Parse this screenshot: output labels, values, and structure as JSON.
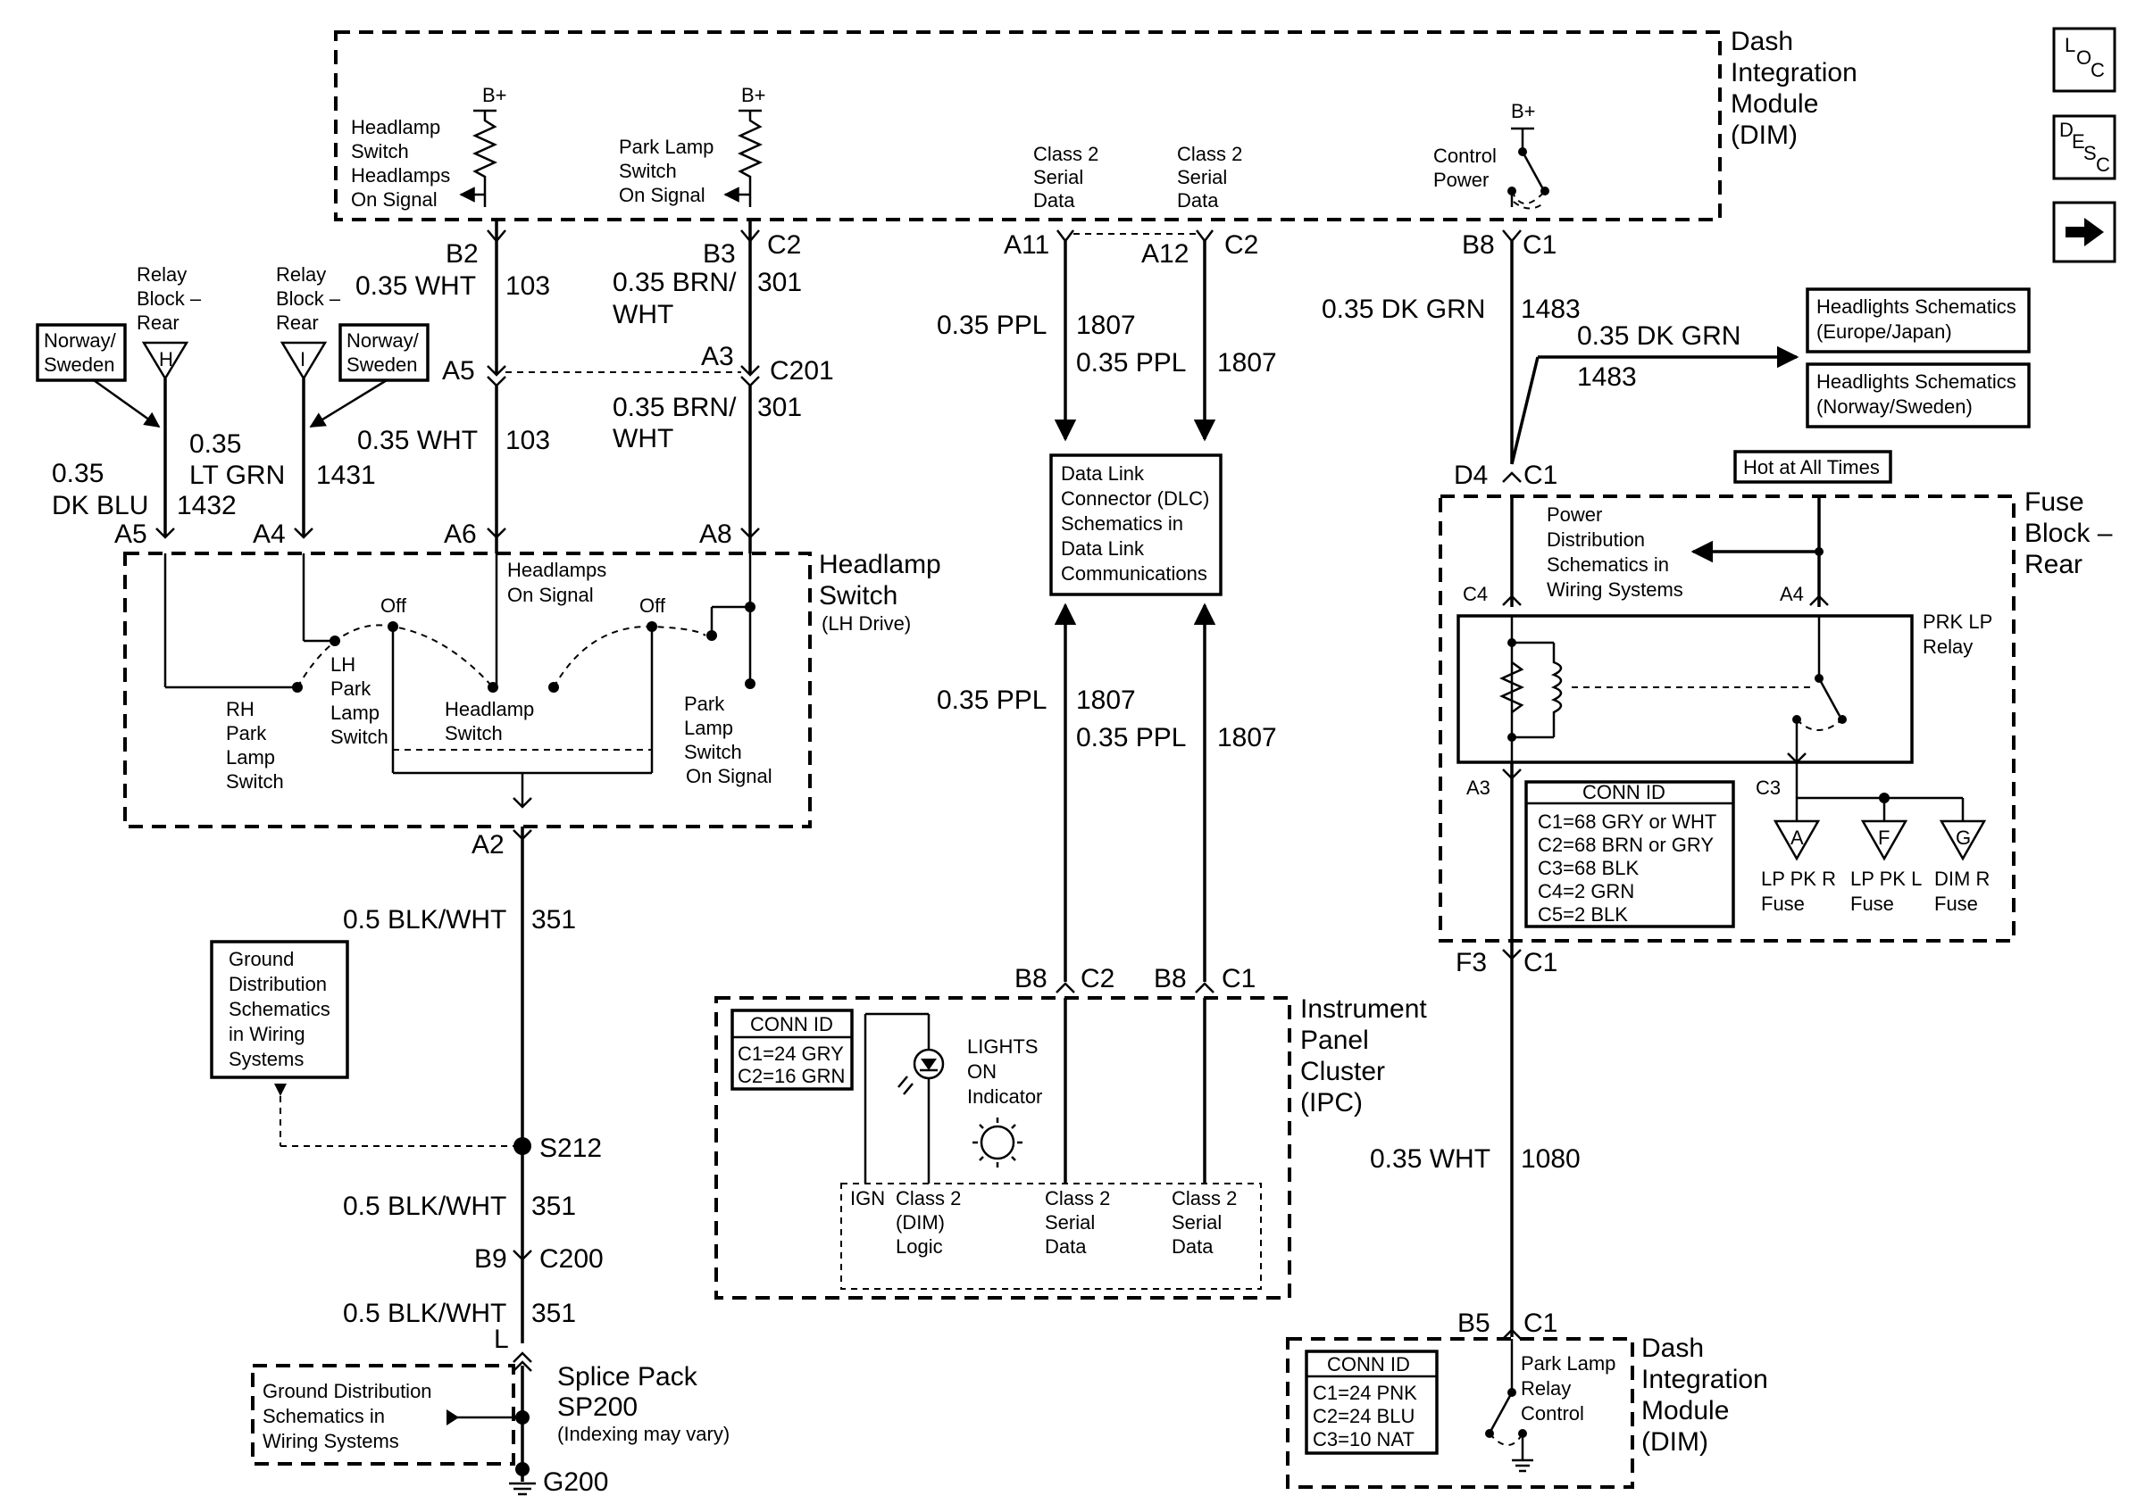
{
  "nav": {
    "loc": {
      "l": "L",
      "sub": "O",
      "sub2": "C"
    },
    "desc": {
      "l": "D",
      "sub": "E",
      "sub2": "S",
      "sub3": "C"
    },
    "next_icon": "right-arrow-icon"
  },
  "dim_top": {
    "title": [
      "Dash",
      "Integration",
      "Module",
      "(DIM)"
    ],
    "headlamp_signal": [
      "Headlamp",
      "Switch",
      "Headlamps",
      "On Signal"
    ],
    "park_signal": [
      "Park Lamp",
      "Switch",
      "On Signal"
    ],
    "class2_a": [
      "Class 2",
      "Serial",
      "Data"
    ],
    "class2_b": [
      "Class 2",
      "Serial",
      "Data"
    ],
    "control_power": [
      "Control",
      "Power"
    ],
    "bplus": "B+"
  },
  "pins": {
    "b2": "B2",
    "b3": "B3",
    "c2a": "C2",
    "a11": "A11",
    "a12": "A12",
    "c2b": "C2",
    "b8top": "B8",
    "c1top": "C1",
    "a5r": "A5",
    "a3r": "A3",
    "c201": "C201",
    "a5": "A5",
    "a4": "A4",
    "a6": "A6",
    "a8": "A8",
    "a2": "A2",
    "d4": "D4",
    "c1d4": "C1",
    "c4": "C4",
    "a4f": "A4",
    "a3f": "A3",
    "c3f": "C3",
    "f3": "F3",
    "c1f3": "C1",
    "b8ipc1": "B8",
    "c2ipc": "C2",
    "b8ipc2": "B8",
    "c1ipc": "C1",
    "b9": "B9",
    "c200": "C200",
    "l": "L",
    "s212": "S212",
    "g200": "G200",
    "b5": "B5",
    "c1b5": "C1"
  },
  "wires": {
    "w103a": {
      "gauge": "0.35 WHT",
      "circuit": "103"
    },
    "w301a": {
      "gauge": "0.35 BRN/",
      "gauge2": "WHT",
      "circuit": "301"
    },
    "w103b": {
      "gauge": "0.35 WHT",
      "circuit": "103"
    },
    "w301b": {
      "gauge": "0.35 BRN/",
      "gauge2": "WHT",
      "circuit": "301"
    },
    "w1432": {
      "gauge": "0.35",
      "gauge2": "DK BLU",
      "circuit": "1432"
    },
    "w1431": {
      "gauge": "0.35",
      "gauge2": "LT GRN",
      "circuit": "1431"
    },
    "w1807a": {
      "gauge": "0.35 PPL",
      "circuit": "1807"
    },
    "w1807b": {
      "gauge": "0.35 PPL",
      "circuit": "1807"
    },
    "w1807c": {
      "gauge": "0.35 PPL",
      "circuit": "1807"
    },
    "w1807d": {
      "gauge": "0.35 PPL",
      "circuit": "1807"
    },
    "w1483a": {
      "gauge": "0.35 DK GRN",
      "circuit": "1483"
    },
    "w1483b": {
      "gauge": "0.35 DK GRN",
      "circuit": "1483"
    },
    "w351a": {
      "gauge": "0.5 BLK/WHT",
      "circuit": "351"
    },
    "w351b": {
      "gauge": "0.5 BLK/WHT",
      "circuit": "351"
    },
    "w351c": {
      "gauge": "0.5 BLK/WHT",
      "circuit": "351"
    },
    "w1080": {
      "gauge": "0.35 WHT",
      "circuit": "1080"
    }
  },
  "relay_blocks": {
    "h": {
      "label": [
        "Relay",
        "Block –",
        "Rear"
      ],
      "letter": "H"
    },
    "i": {
      "label": [
        "Relay",
        "Block –",
        "Rear"
      ],
      "letter": "I"
    },
    "norway_left": [
      "Norway/",
      "Sweden"
    ],
    "norway_right": [
      "Norway/",
      "Sweden"
    ]
  },
  "headlamp_switch": {
    "title": [
      "Headlamp",
      "Switch"
    ],
    "sub": "(LH Drive)",
    "off1": "Off",
    "off2": "Off",
    "headlamps_on": [
      "Headlamps",
      "On Signal"
    ],
    "lh_park": [
      "LH",
      "Park",
      "Lamp",
      "Switch"
    ],
    "rh_park": [
      "RH",
      "Park",
      "Lamp",
      "Switch"
    ],
    "headlamp_sw": [
      "Headlamp",
      "Switch"
    ],
    "park_on": [
      "Park",
      "Lamp",
      "Switch",
      "On Signal"
    ]
  },
  "dlc": [
    "Data Link",
    "Connector (DLC)",
    "Schematics in",
    "Data Link",
    "Communications"
  ],
  "ipc": {
    "title": [
      "Instrument",
      "Panel",
      "Cluster",
      "(IPC)"
    ],
    "conn_title": "CONN ID",
    "conn": [
      "C1=24 GRY",
      "C2=16 GRN"
    ],
    "lights": [
      "LIGHTS",
      "ON",
      "Indicator"
    ],
    "ign": "IGN",
    "class2_dim": [
      "Class 2",
      "(DIM)",
      "Logic"
    ],
    "class2_a": [
      "Class 2",
      "Serial",
      "Data"
    ],
    "class2_b": [
      "Class 2",
      "Serial",
      "Data"
    ]
  },
  "ground_box": [
    "Ground",
    "Distribution",
    "Schematics",
    "in Wiring",
    "Systems"
  ],
  "splice": {
    "title": [
      "Splice Pack",
      "SP200"
    ],
    "sub": "(Indexing may vary)",
    "box": [
      "Ground Distribution",
      "Schematics in",
      "Wiring Systems"
    ]
  },
  "headlights_refs": {
    "europe": [
      "Headlights Schematics",
      "(Europe/Japan)"
    ],
    "norway": [
      "Headlights Schematics",
      "(Norway/Sweden)"
    ]
  },
  "hot": "Hot at All Times",
  "fuse_block": {
    "title": [
      "Fuse",
      "Block –",
      "Rear"
    ],
    "power_dist": [
      "Power",
      "Distribution",
      "Schematics in",
      "Wiring Systems"
    ],
    "relay": [
      "PRK LP",
      "Relay"
    ],
    "conn_title": "CONN ID",
    "conn": [
      "C1=68 GRY or WHT",
      "C2=68 BRN or GRY",
      "C3=68 BLK",
      "C4=2 GRN",
      "C5=2 BLK"
    ],
    "fuses": [
      {
        "letter": "A",
        "label": [
          "LP PK R",
          "Fuse"
        ]
      },
      {
        "letter": "F",
        "label": [
          "LP PK L",
          "Fuse"
        ]
      },
      {
        "letter": "G",
        "label": [
          "DIM R",
          "Fuse"
        ]
      }
    ]
  },
  "dim_bottom": {
    "title": [
      "Dash",
      "Integration",
      "Module",
      "(DIM)"
    ],
    "conn_title": "CONN ID",
    "conn": [
      "C1=24 PNK",
      "C2=24 BLU",
      "C3=10 NAT"
    ],
    "control": [
      "Park Lamp",
      "Relay",
      "Control"
    ]
  }
}
